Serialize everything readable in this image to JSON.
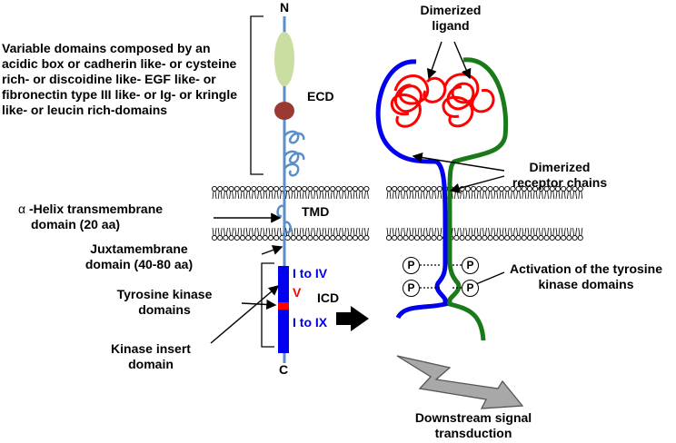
{
  "terminals": {
    "n": "N",
    "c": "C"
  },
  "left_labels": {
    "variable_domains": "Variable domains composed by an acidic box or cadherin like- or cysteine rich- or discoidine like- EGF like- or fibronectin type III like- or Ig- or kringle like- or leucin rich-domains",
    "helix_symbol": "α",
    "helix_line1": " -Helix transmembrane",
    "helix_line2": "domain (20 aa)",
    "juxta_line1": "Juxtamembrane",
    "juxta_line2": "domain (40-80 aa)",
    "tk_line1": "Tyrosine kinase",
    "tk_line2": "domains",
    "ki_line1": "Kinase insert",
    "ki_line2": "domain"
  },
  "region_labels": {
    "ecd": "ECD",
    "tmd": "TMD",
    "icd": "ICD"
  },
  "kinase_labels": {
    "tk1": "I to IV",
    "insert": "V",
    "tk2": "I to IX"
  },
  "right_labels": {
    "ligand_line1": "Dimerized",
    "ligand_line2": "ligand",
    "chains_line1": "Dimerized",
    "chains_line2": "receptor chains",
    "activation_line1": "Activation of the tyrosine",
    "activation_line2": "kinase domains",
    "downstream_line1": "Downstream signal",
    "downstream_line2": "transduction"
  },
  "phospho": [
    "P",
    "P",
    "P",
    "P"
  ],
  "colors": {
    "backbone": "#5b8fcb",
    "ecd_domain_1": "#c9dea0",
    "ecd_domain_2": "#9b3a33",
    "kinase": "#0000ee",
    "kinase_insert": "#ff0000",
    "chain_a": "#0000ee",
    "chain_b": "#1a7a1a",
    "ligand": "#ff0000",
    "bolt": "#a0a0a0"
  }
}
